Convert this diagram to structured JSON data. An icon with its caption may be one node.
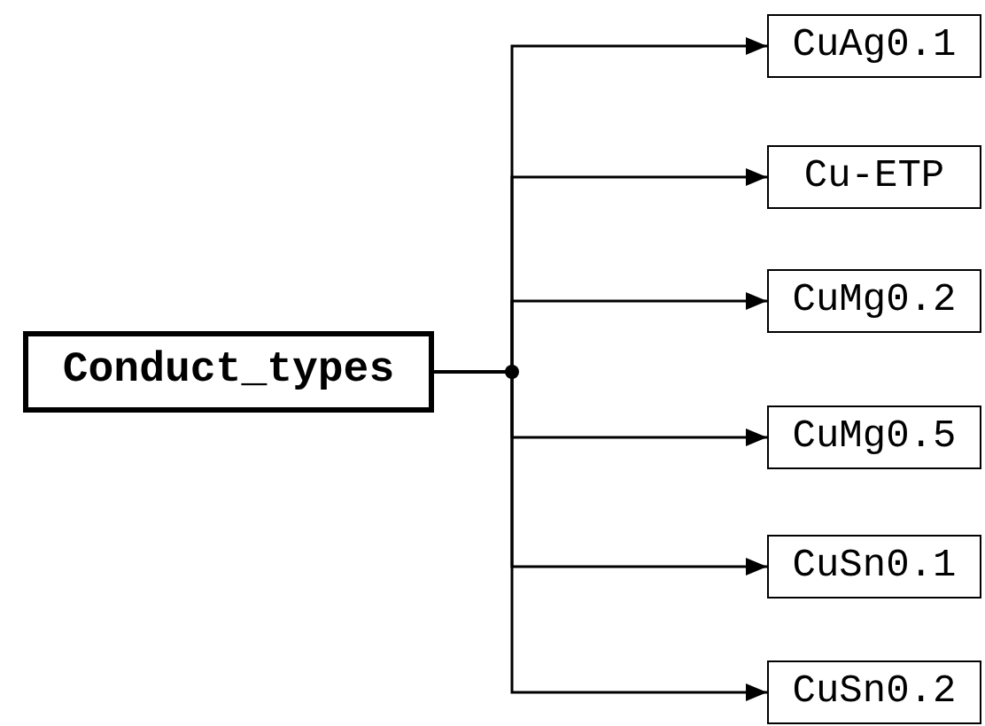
{
  "diagram": {
    "nodes": [
      {
        "text": [
          "Conduct_types"
        ]
      },
      {
        "text": [
          "CuAg0.1"
        ]
      },
      {
        "text": [
          "Cu-ETP"
        ]
      },
      {
        "text": [
          "CuMg0.2"
        ]
      },
      {
        "text": [
          "CuMg0.5"
        ]
      },
      {
        "text": [
          "CuSn0.1"
        ]
      },
      {
        "text": [
          "CuSn0.2"
        ]
      }
    ],
    "edges": [
      {
        "from": 0,
        "to": 1,
        "arrow": "to"
      },
      {
        "from": 0,
        "to": 2,
        "arrow": "to"
      },
      {
        "from": 0,
        "to": 3,
        "arrow": "to"
      },
      {
        "from": 0,
        "to": 4,
        "arrow": "to"
      },
      {
        "from": 0,
        "to": 5,
        "arrow": "to"
      },
      {
        "from": 0,
        "to": 6,
        "arrow": "to"
      }
    ]
  }
}
